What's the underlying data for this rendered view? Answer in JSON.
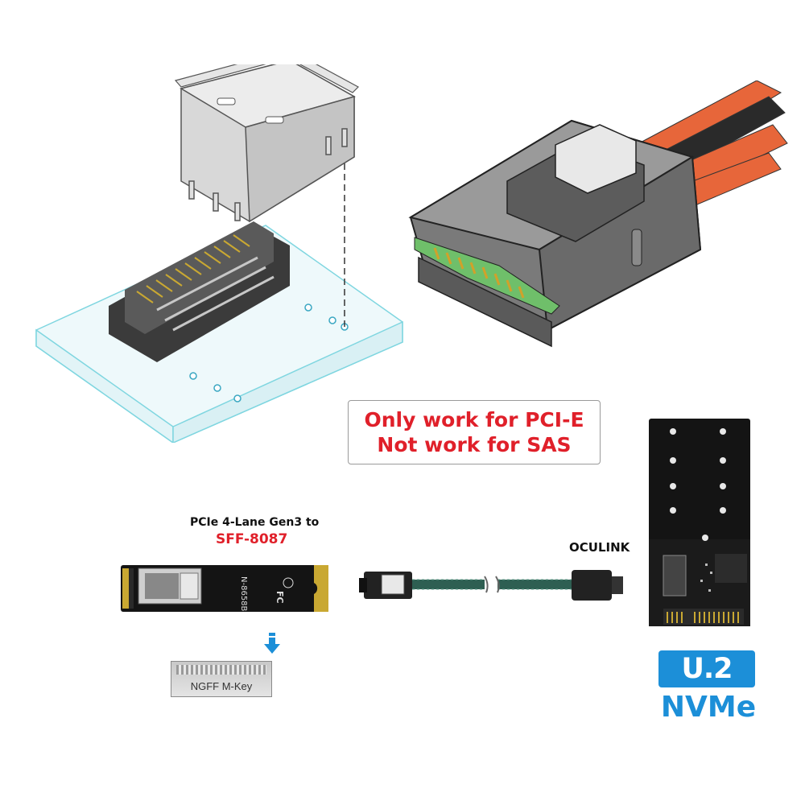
{
  "warning": {
    "line1": "Only work for PCI-E",
    "line2": "Not work for SAS"
  },
  "adapter": {
    "title": "PCIe 4-Lane Gen3 to",
    "subtitle": "SFF-8087",
    "part_mark": "N-8658B"
  },
  "connector_label": "OCULINK",
  "ngff_label": "NGFF M-Key",
  "badge": {
    "u2": "U.2",
    "nvme": "NVMe"
  },
  "colors": {
    "warning_red": "#e0202a",
    "brand_blue": "#1c8fd8",
    "cable_orange": "#e7663a",
    "pcb_green": "#6fbf6a",
    "board_outline": "#7fd6e0"
  }
}
